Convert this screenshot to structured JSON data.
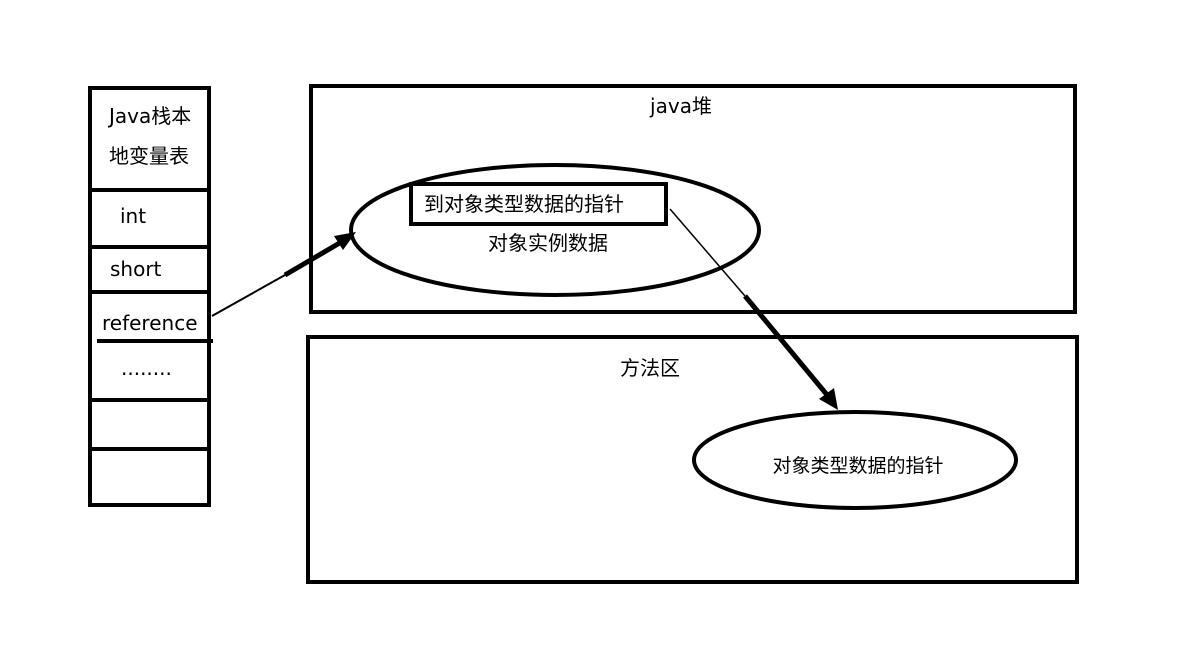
{
  "stack": {
    "title_line1": "Java栈本",
    "title_line2": "地变量表",
    "slots": [
      "int",
      "short",
      "reference",
      "........",
      "",
      ""
    ]
  },
  "heap": {
    "title": "java堆",
    "object_pointer": "到对象类型数据的指针",
    "object_data": "对象实例数据"
  },
  "method_area": {
    "title": "方法区",
    "type_data": "对象类型数据的指针"
  },
  "colors": {
    "stroke": "#000000",
    "background": "#ffffff"
  }
}
